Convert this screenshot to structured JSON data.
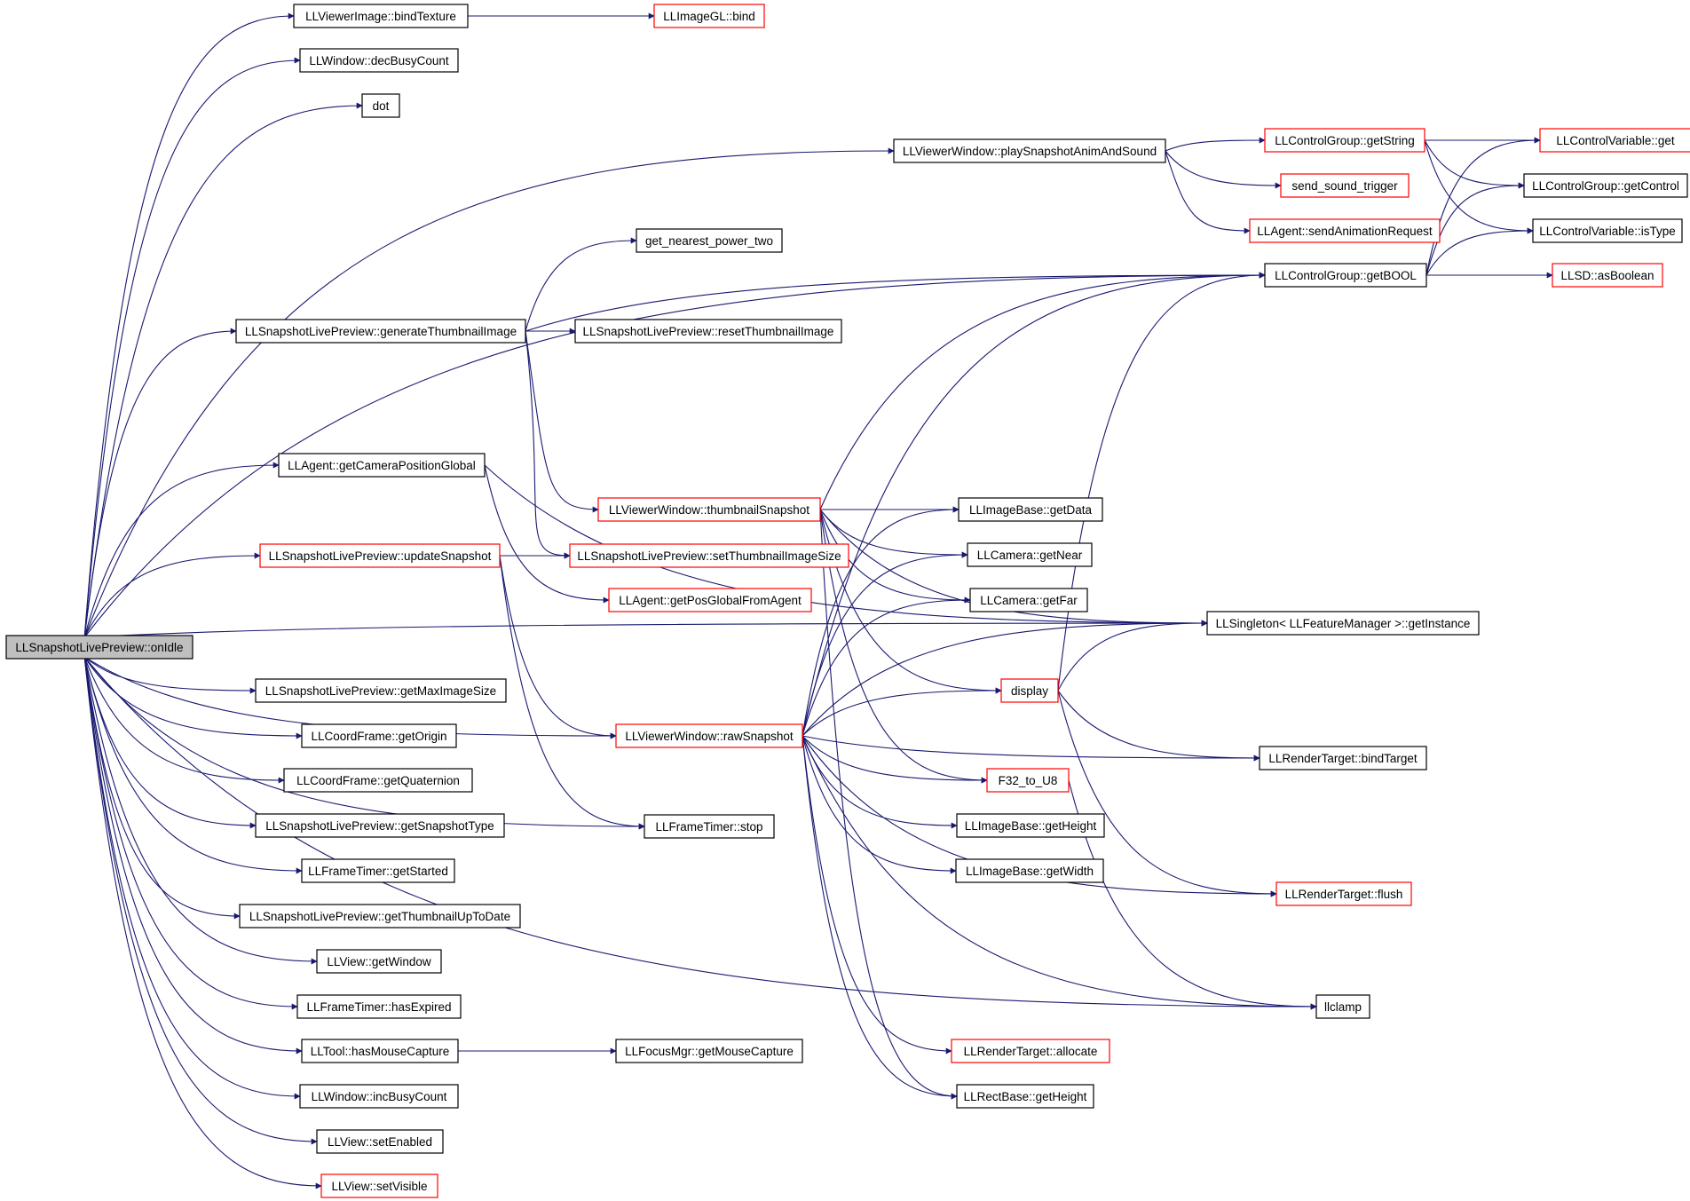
{
  "colors": {
    "edge": "#191970",
    "plain_border": "#000000",
    "red_border": "#ff0000",
    "root_fill": "#bfbfbf"
  },
  "nodes": [
    {
      "id": "onIdle",
      "label": "LLSnapshotLivePreview::onIdle",
      "style": "root"
    },
    {
      "id": "bindTexture",
      "label": "LLViewerImage::bindTexture",
      "style": "plain"
    },
    {
      "id": "decBusy",
      "label": "LLWindow::decBusyCount",
      "style": "plain"
    },
    {
      "id": "dot",
      "label": "dot",
      "style": "plain"
    },
    {
      "id": "genThumb",
      "label": "LLSnapshotLivePreview::generateThumbnailImage",
      "style": "plain"
    },
    {
      "id": "camPos",
      "label": "LLAgent::getCameraPositionGlobal",
      "style": "plain"
    },
    {
      "id": "updSnap",
      "label": "LLSnapshotLivePreview::updateSnapshot",
      "style": "red"
    },
    {
      "id": "getMaxImg",
      "label": "LLSnapshotLivePreview::getMaxImageSize",
      "style": "plain"
    },
    {
      "id": "getOrigin",
      "label": "LLCoordFrame::getOrigin",
      "style": "plain"
    },
    {
      "id": "getQuat",
      "label": "LLCoordFrame::getQuaternion",
      "style": "plain"
    },
    {
      "id": "getSnapType",
      "label": "LLSnapshotLivePreview::getSnapshotType",
      "style": "plain"
    },
    {
      "id": "getStarted",
      "label": "LLFrameTimer::getStarted",
      "style": "plain"
    },
    {
      "id": "getThumbUp",
      "label": "LLSnapshotLivePreview::getThumbnailUpToDate",
      "style": "plain"
    },
    {
      "id": "getWindow",
      "label": "LLView::getWindow",
      "style": "plain"
    },
    {
      "id": "hasExpired",
      "label": "LLFrameTimer::hasExpired",
      "style": "plain"
    },
    {
      "id": "hasMouse",
      "label": "LLTool::hasMouseCapture",
      "style": "plain"
    },
    {
      "id": "incBusy",
      "label": "LLWindow::incBusyCount",
      "style": "plain"
    },
    {
      "id": "setEnabled",
      "label": "LLView::setEnabled",
      "style": "plain"
    },
    {
      "id": "setVisible",
      "label": "LLView::setVisible",
      "style": "red"
    },
    {
      "id": "imgBind",
      "label": "LLImageGL::bind",
      "style": "red"
    },
    {
      "id": "nearestPow",
      "label": "get_nearest_power_two",
      "style": "plain"
    },
    {
      "id": "resetThumb",
      "label": "LLSnapshotLivePreview::resetThumbnailImage",
      "style": "plain"
    },
    {
      "id": "thumbSnap",
      "label": "LLViewerWindow::thumbnailSnapshot",
      "style": "red"
    },
    {
      "id": "setThumbSize",
      "label": "LLSnapshotLivePreview::setThumbnailImageSize",
      "style": "red"
    },
    {
      "id": "posFromAgent",
      "label": "LLAgent::getPosGlobalFromAgent",
      "style": "red"
    },
    {
      "id": "rawSnap",
      "label": "LLViewerWindow::rawSnapshot",
      "style": "red"
    },
    {
      "id": "ftStop",
      "label": "LLFrameTimer::stop",
      "style": "plain"
    },
    {
      "id": "focusMouse",
      "label": "LLFocusMgr::getMouseCapture",
      "style": "plain"
    },
    {
      "id": "playAnim",
      "label": "LLViewerWindow::playSnapshotAnimAndSound",
      "style": "plain"
    },
    {
      "id": "getString",
      "label": "LLControlGroup::getString",
      "style": "red"
    },
    {
      "id": "soundTrig",
      "label": "send_sound_trigger",
      "style": "red"
    },
    {
      "id": "sendAnim",
      "label": "LLAgent::sendAnimationRequest",
      "style": "red"
    },
    {
      "id": "getBOOL",
      "label": "LLControlGroup::getBOOL",
      "style": "plain"
    },
    {
      "id": "cvGet",
      "label": "LLControlVariable::get",
      "style": "red"
    },
    {
      "id": "getControl",
      "label": "LLControlGroup::getControl",
      "style": "plain"
    },
    {
      "id": "isType",
      "label": "LLControlVariable::isType",
      "style": "plain"
    },
    {
      "id": "asBoolean",
      "label": "LLSD::asBoolean",
      "style": "red"
    },
    {
      "id": "imgGetData",
      "label": "LLImageBase::getData",
      "style": "plain"
    },
    {
      "id": "camNear",
      "label": "LLCamera::getNear",
      "style": "plain"
    },
    {
      "id": "camFar",
      "label": "LLCamera::getFar",
      "style": "plain"
    },
    {
      "id": "getInstance",
      "label": "LLSingleton< LLFeatureManager >::getInstance",
      "style": "plain"
    },
    {
      "id": "display",
      "label": "display",
      "style": "red"
    },
    {
      "id": "bindTarget",
      "label": "LLRenderTarget::bindTarget",
      "style": "plain"
    },
    {
      "id": "f32u8",
      "label": "F32_to_U8",
      "style": "red"
    },
    {
      "id": "imgH",
      "label": "LLImageBase::getHeight",
      "style": "plain"
    },
    {
      "id": "imgW",
      "label": "LLImageBase::getWidth",
      "style": "plain"
    },
    {
      "id": "flush",
      "label": "LLRenderTarget::flush",
      "style": "red"
    },
    {
      "id": "llclamp",
      "label": "llclamp",
      "style": "plain"
    },
    {
      "id": "allocate",
      "label": "LLRenderTarget::allocate",
      "style": "red"
    },
    {
      "id": "rectH",
      "label": "LLRectBase::getHeight",
      "style": "plain"
    }
  ],
  "edges": [
    [
      "onIdle",
      "bindTexture"
    ],
    [
      "onIdle",
      "decBusy"
    ],
    [
      "onIdle",
      "dot"
    ],
    [
      "onIdle",
      "playAnim"
    ],
    [
      "onIdle",
      "getBOOL"
    ],
    [
      "onIdle",
      "genThumb"
    ],
    [
      "onIdle",
      "getInstance"
    ],
    [
      "onIdle",
      "camPos"
    ],
    [
      "onIdle",
      "updSnap"
    ],
    [
      "onIdle",
      "ftStop"
    ],
    [
      "onIdle",
      "rawSnap"
    ],
    [
      "onIdle",
      "getMaxImg"
    ],
    [
      "onIdle",
      "getOrigin"
    ],
    [
      "onIdle",
      "getQuat"
    ],
    [
      "onIdle",
      "getSnapType"
    ],
    [
      "onIdle",
      "getStarted"
    ],
    [
      "onIdle",
      "getThumbUp"
    ],
    [
      "onIdle",
      "getWindow"
    ],
    [
      "onIdle",
      "hasExpired"
    ],
    [
      "onIdle",
      "hasMouse"
    ],
    [
      "onIdle",
      "incBusy"
    ],
    [
      "onIdle",
      "setEnabled"
    ],
    [
      "onIdle",
      "setVisible"
    ],
    [
      "onIdle",
      "llclamp"
    ],
    [
      "bindTexture",
      "imgBind"
    ],
    [
      "playAnim",
      "getString"
    ],
    [
      "playAnim",
      "soundTrig"
    ],
    [
      "playAnim",
      "sendAnim"
    ],
    [
      "getString",
      "cvGet"
    ],
    [
      "getString",
      "getControl"
    ],
    [
      "getString",
      "isType"
    ],
    [
      "getBOOL",
      "cvGet"
    ],
    [
      "getBOOL",
      "getControl"
    ],
    [
      "getBOOL",
      "isType"
    ],
    [
      "getBOOL",
      "asBoolean"
    ],
    [
      "genThumb",
      "nearestPow"
    ],
    [
      "genThumb",
      "getBOOL"
    ],
    [
      "genThumb",
      "resetThumb"
    ],
    [
      "genThumb",
      "thumbSnap"
    ],
    [
      "genThumb",
      "setThumbSize"
    ],
    [
      "camPos",
      "getInstance"
    ],
    [
      "camPos",
      "posFromAgent"
    ],
    [
      "updSnap",
      "setThumbSize"
    ],
    [
      "updSnap",
      "rawSnap"
    ],
    [
      "updSnap",
      "ftStop"
    ],
    [
      "hasMouse",
      "focusMouse"
    ],
    [
      "thumbSnap",
      "getBOOL"
    ],
    [
      "thumbSnap",
      "getInstance"
    ],
    [
      "thumbSnap",
      "imgGetData"
    ],
    [
      "thumbSnap",
      "camNear"
    ],
    [
      "thumbSnap",
      "camFar"
    ],
    [
      "thumbSnap",
      "display"
    ],
    [
      "thumbSnap",
      "f32u8"
    ],
    [
      "thumbSnap",
      "rectH"
    ],
    [
      "rawSnap",
      "getBOOL"
    ],
    [
      "rawSnap",
      "getInstance"
    ],
    [
      "rawSnap",
      "imgGetData"
    ],
    [
      "rawSnap",
      "camNear"
    ],
    [
      "rawSnap",
      "camFar"
    ],
    [
      "rawSnap",
      "display"
    ],
    [
      "rawSnap",
      "f32u8"
    ],
    [
      "rawSnap",
      "imgH"
    ],
    [
      "rawSnap",
      "imgW"
    ],
    [
      "rawSnap",
      "bindTarget"
    ],
    [
      "rawSnap",
      "flush"
    ],
    [
      "rawSnap",
      "llclamp"
    ],
    [
      "rawSnap",
      "allocate"
    ],
    [
      "rawSnap",
      "rectH"
    ],
    [
      "display",
      "getBOOL"
    ],
    [
      "display",
      "getInstance"
    ],
    [
      "display",
      "bindTarget"
    ],
    [
      "display",
      "flush"
    ],
    [
      "f32u8",
      "llclamp"
    ]
  ]
}
